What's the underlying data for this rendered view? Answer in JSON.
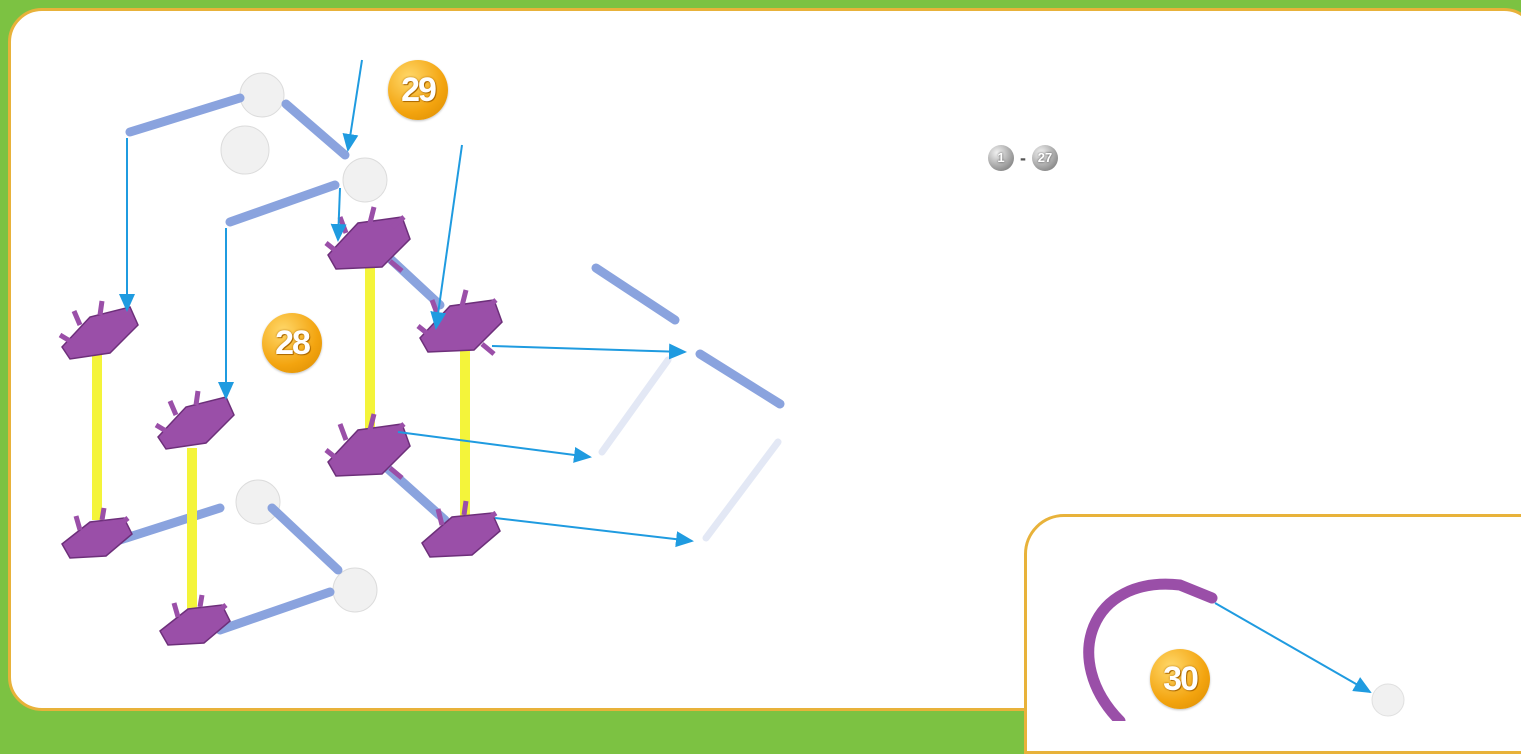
{
  "steps": {
    "step_28": "28",
    "step_29": "29",
    "step_30": "30"
  },
  "reference": {
    "from": "1",
    "separator": "-",
    "to": "27"
  },
  "colors": {
    "page_background": "#7cc242",
    "panel_border": "#e8b23a",
    "connector_purple": "#9a4fa8",
    "rod_blue": "#9db4e8",
    "rod_yellow": "#f4f43a",
    "arrow_blue": "#1f9be0",
    "badge_orange": "#f3a40f"
  },
  "icons": {
    "step_badge": "step-number-badge-icon",
    "reference_ball": "gray-step-ball-icon",
    "connector": "purple-connector-icon",
    "rod": "rod-icon",
    "arrow": "placement-arrow-icon"
  }
}
